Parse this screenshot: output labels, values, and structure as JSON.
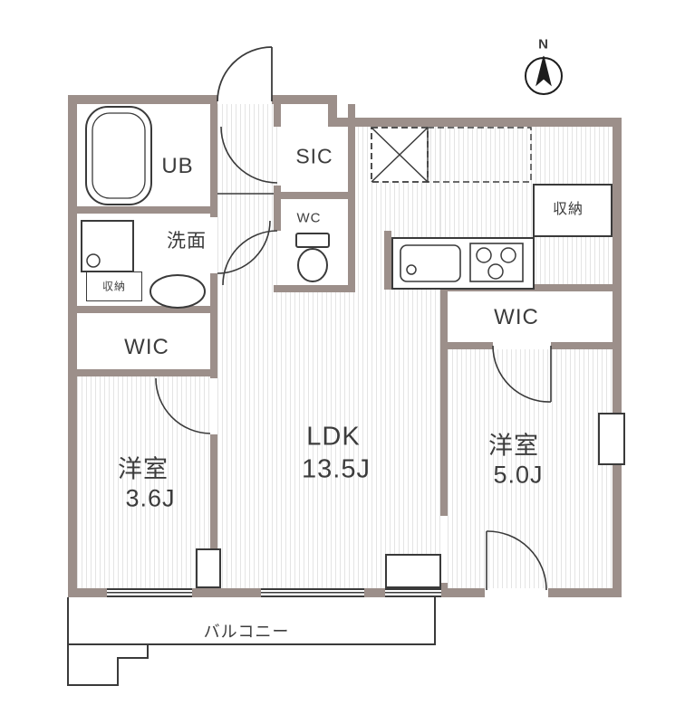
{
  "compass": {
    "label": "N"
  },
  "rooms": {
    "unit_bath": {
      "label": "UB"
    },
    "washroom": {
      "label": "洗面"
    },
    "storage_left": {
      "label": "収納"
    },
    "wic_left": {
      "label": "WIC"
    },
    "bedroom_left": {
      "label": "洋室",
      "size": "3.6J"
    },
    "shoe_closet": {
      "label": "SIC"
    },
    "toilet": {
      "label": "WC"
    },
    "ldk": {
      "label": "LDK",
      "size": "13.5J"
    },
    "storage_right": {
      "label": "収納"
    },
    "wic_right": {
      "label": "WIC"
    },
    "bedroom_right": {
      "label": "洋室",
      "size": "5.0J"
    },
    "balcony": {
      "label": "バルコニー"
    }
  },
  "icons": {
    "compass": "north-compass-icon",
    "bathtub": "bathtub-icon",
    "washer_pan": "washing-machine-pan-icon",
    "basin": "wash-basin-icon",
    "toilet": "toilet-icon",
    "kitchen_sink": "kitchen-sink-icon",
    "stove": "stove-icon",
    "fridge_space": "refrigerator-space-icon"
  },
  "colors": {
    "wall": "#9c8f8a",
    "line": "#3a3a3a",
    "hatch": "#e4e4e4",
    "text": "#3c3c3c"
  }
}
